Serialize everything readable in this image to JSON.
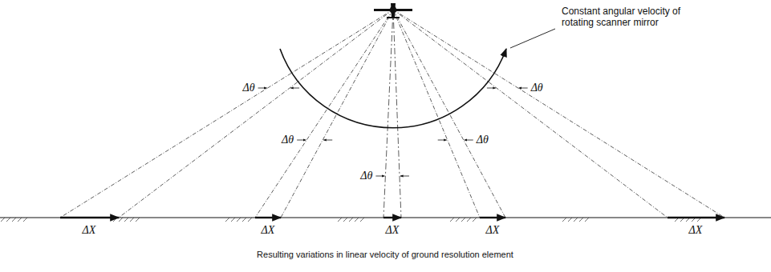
{
  "diagram": {
    "caption": "Resulting variations in linear velocity of ground resolution element",
    "labels": [
      "Constant angular velocity of rotating scanner mirror",
      "Δθ",
      "Δθ",
      "Δθ",
      "Δθ",
      "Δθ",
      "ΔX",
      "ΔX",
      "ΔX",
      "ΔX",
      "ΔX"
    ]
  }
}
